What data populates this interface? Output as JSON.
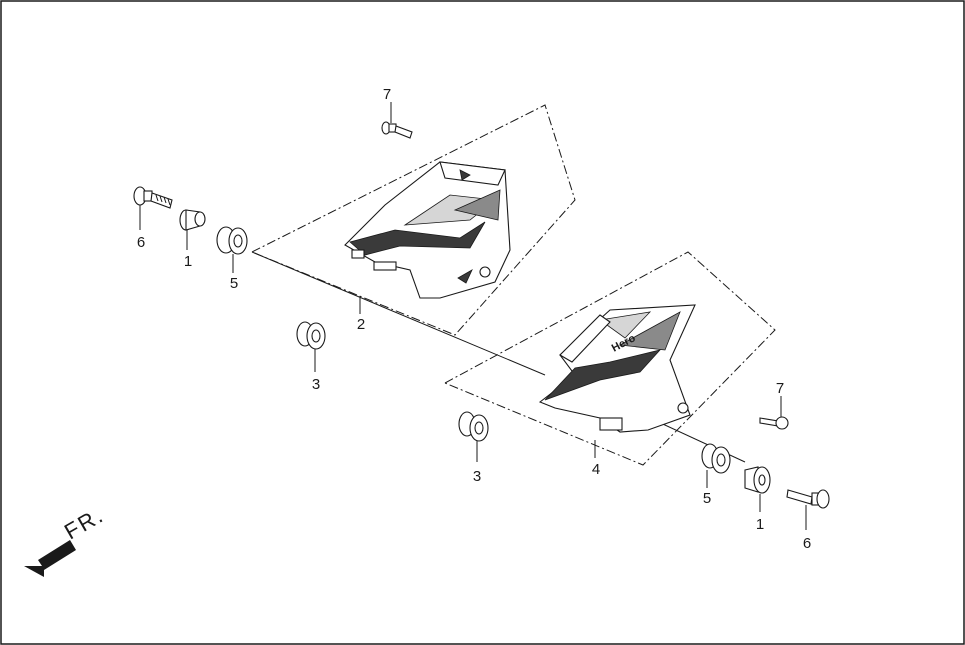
{
  "colors": {
    "line": "#1a1a1a",
    "background": "#ffffff"
  },
  "direction_label": "FR.",
  "brand_text": "Hero",
  "callouts": [
    {
      "id": "left-bolt-6",
      "number": "6"
    },
    {
      "id": "left-collar-1",
      "number": "1"
    },
    {
      "id": "left-grommet-5",
      "number": "5"
    },
    {
      "id": "top-screw-7",
      "number": "7"
    },
    {
      "id": "cover-2",
      "number": "2"
    },
    {
      "id": "grommet-3a",
      "number": "3"
    },
    {
      "id": "grommet-3b",
      "number": "3"
    },
    {
      "id": "cover-4",
      "number": "4"
    },
    {
      "id": "right-screw-7",
      "number": "7"
    },
    {
      "id": "right-grommet-5",
      "number": "5"
    },
    {
      "id": "right-collar-1",
      "number": "1"
    },
    {
      "id": "right-bolt-6",
      "number": "6"
    }
  ]
}
